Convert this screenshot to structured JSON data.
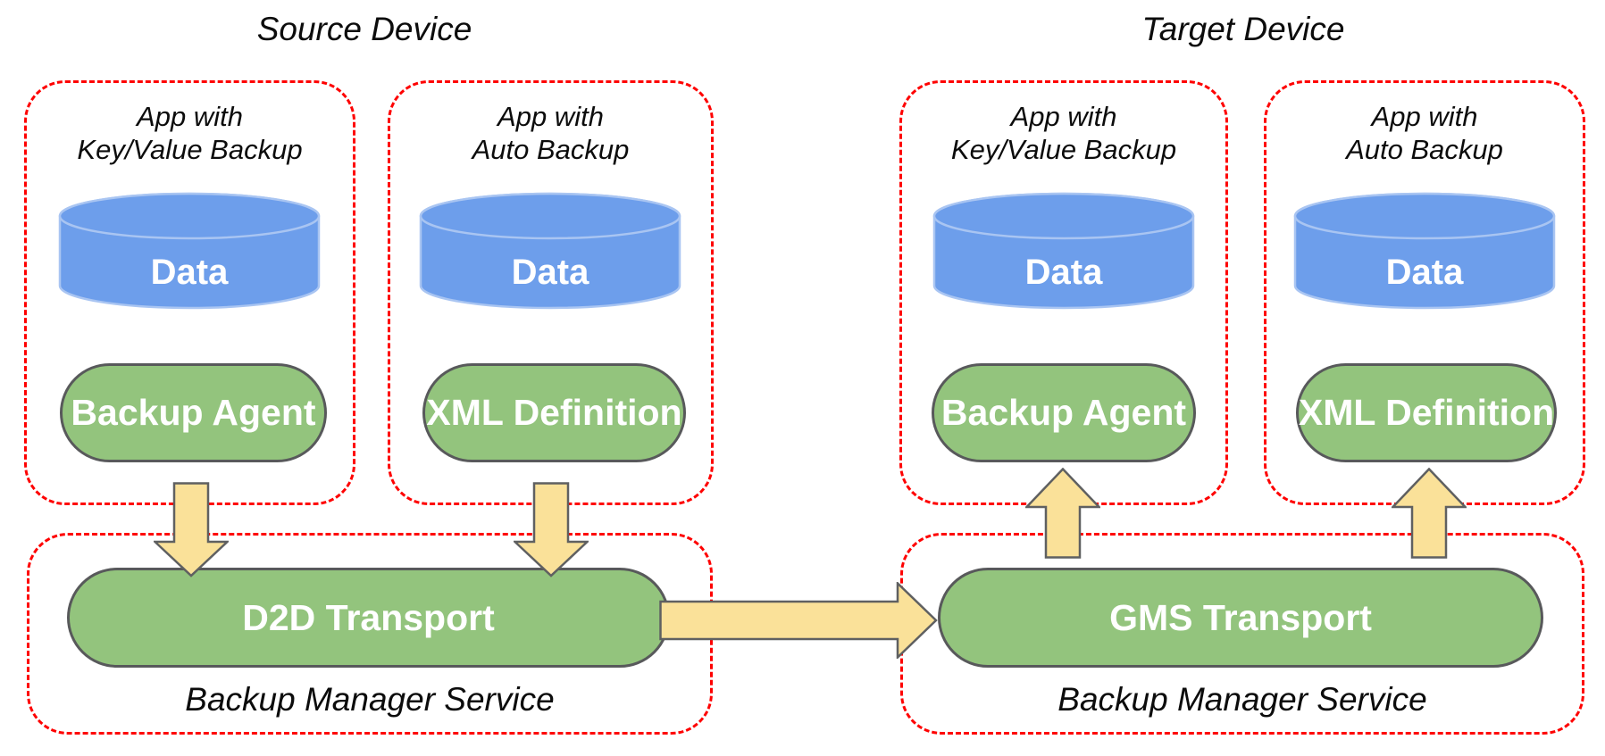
{
  "titles": {
    "source": "Source Device",
    "target": "Target Device"
  },
  "apps": [
    {
      "line1": "App with",
      "line2": "Key/Value Backup",
      "data_label": "Data",
      "component": "Backup Agent"
    },
    {
      "line1": "App with",
      "line2": "Auto Backup",
      "data_label": "Data",
      "component": "XML Definition"
    },
    {
      "line1": "App with",
      "line2": "Key/Value Backup",
      "data_label": "Data",
      "component": "Backup Agent"
    },
    {
      "line1": "App with",
      "line2": "Auto Backup",
      "data_label": "Data",
      "component": "XML Definition"
    }
  ],
  "services": [
    {
      "transport": "D2D Transport",
      "label": "Backup Manager Service"
    },
    {
      "transport": "GMS Transport",
      "label": "Backup Manager Service"
    }
  ],
  "icons": {
    "down_arrow": "down-arrow-icon",
    "up_arrow": "up-arrow-icon",
    "right_arrow": "right-arrow-icon",
    "cylinder": "database-cylinder-icon"
  },
  "colors": {
    "data_fill": "#6d9eeb",
    "data_stroke": "#a9c5f2",
    "component_fill": "#93c47d",
    "component_stroke": "#58595b",
    "arrow_fill": "#fae199",
    "arrow_stroke": "#5f6061",
    "boundary_red": "#fe0000",
    "text_dark": "#0c0c0c",
    "text_light": "#ffffff"
  }
}
